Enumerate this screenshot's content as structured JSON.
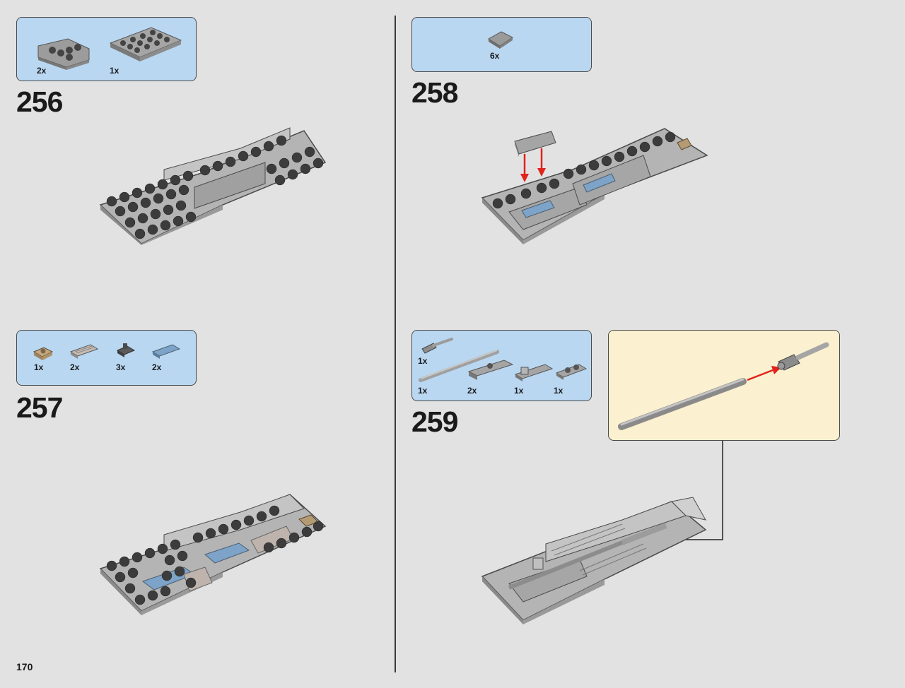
{
  "page": {
    "number": "170"
  },
  "steps": [
    {
      "number": "256",
      "parts": [
        {
          "qty": "2x"
        },
        {
          "qty": "1x"
        }
      ]
    },
    {
      "number": "257",
      "parts": [
        {
          "qty": "1x"
        },
        {
          "qty": "2x"
        },
        {
          "qty": "3x"
        },
        {
          "qty": "2x"
        }
      ]
    },
    {
      "number": "258",
      "parts": [
        {
          "qty": "6x"
        }
      ]
    },
    {
      "number": "259",
      "parts": [
        {
          "qty": "1x"
        },
        {
          "qty": "1x"
        },
        {
          "qty": "2x"
        },
        {
          "qty": "1x"
        },
        {
          "qty": "1x"
        }
      ]
    }
  ],
  "colors": {
    "parts_box": "#b9d7f1",
    "callout": "#fbf0cf",
    "arrow": "#e0231b",
    "brick_light": "#a8a8a8",
    "brick_dark": "#5a5a5a",
    "stud_dark": "#3c3c3c",
    "tan": "#b59b74",
    "trans_blue": "#7ea3c8"
  }
}
